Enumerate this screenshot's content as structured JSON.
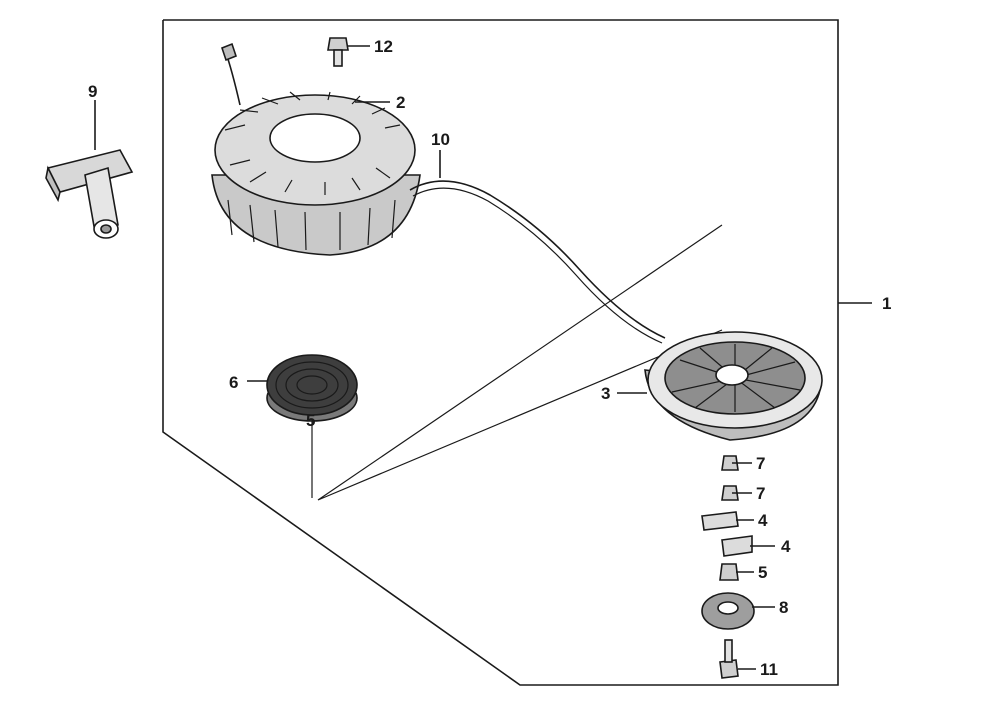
{
  "diagram": {
    "callouts": [
      {
        "id": "c1",
        "label": "1"
      },
      {
        "id": "c2",
        "label": "2"
      },
      {
        "id": "c3",
        "label": "3"
      },
      {
        "id": "c4a",
        "label": "4"
      },
      {
        "id": "c4b",
        "label": "4"
      },
      {
        "id": "c5a",
        "label": "5"
      },
      {
        "id": "c5b",
        "label": "5"
      },
      {
        "id": "c6",
        "label": "6"
      },
      {
        "id": "c7a",
        "label": "7"
      },
      {
        "id": "c7b",
        "label": "7"
      },
      {
        "id": "c8",
        "label": "8"
      },
      {
        "id": "c9",
        "label": "9"
      },
      {
        "id": "c10",
        "label": "10"
      },
      {
        "id": "c11",
        "label": "11"
      },
      {
        "id": "c12",
        "label": "12"
      }
    ]
  }
}
